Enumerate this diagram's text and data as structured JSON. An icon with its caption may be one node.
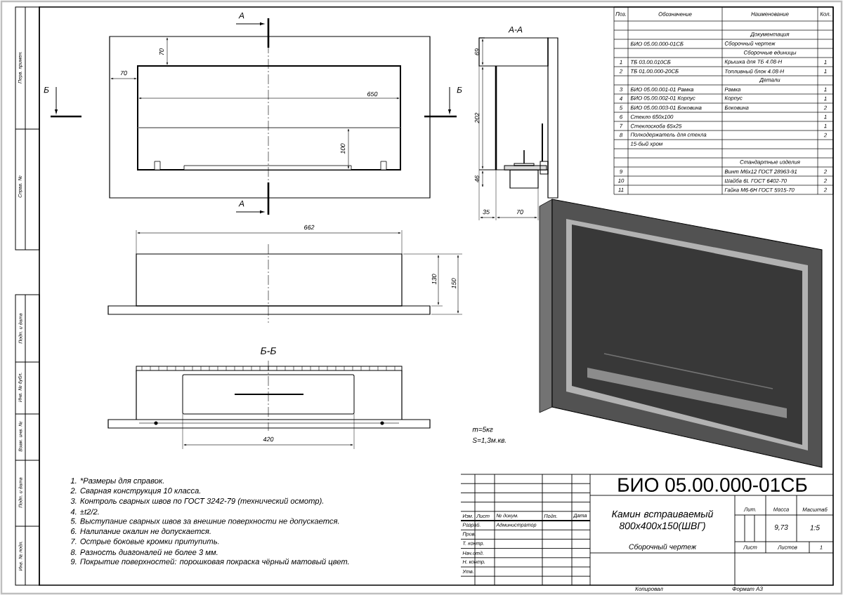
{
  "diagram": {
    "labels": [
      "А",
      "70",
      "70",
      "Б",
      "650",
      "Б",
      "100",
      "А",
      "А-А",
      "69",
      "202",
      "46",
      "35",
      "70",
      "662",
      "130",
      "150",
      "Б-Б",
      "420",
      "Поз.",
      "Обозначение",
      "Наименование",
      "Кол.",
      "Документация",
      "БИО 05.00.000-01СБ",
      "Сборочный чертеж",
      "Сборочные единицы",
      "1",
      "ТБ 03.00.010СБ",
      "Крышка для ТБ 4.08-Н",
      "1",
      "2",
      "ТБ 01.00.000-20СБ",
      "Топливный блок 4.08-Н",
      "1",
      "Детали",
      "3",
      "БИО 05.00.001-01 Рамка",
      "Рамка",
      "1",
      "4",
      "БИО 05.00.002-01 Корпус",
      "Корпус",
      "1",
      "5",
      "БИО 05.00.003-01 Боковина",
      "Боковина",
      "2",
      "6",
      "Стекло 650х100",
      "1",
      "7",
      "Стеклоскоба 65х25",
      "1",
      "8",
      "Полкодержатель для стекла",
      "2",
      "15-бый хром",
      "Стандартные изделия",
      "9",
      "Винт М6х12 ГОСТ 28963-91",
      "2",
      "10",
      "Шайба 6L ГОСТ 6402-70",
      "2",
      "11",
      "Гайка М6-6Н ГОСТ 5915-70",
      "2",
      "Перв. примен.",
      "Справ. №",
      "Подп. и дата",
      "Инв. № дубл.",
      "Взам. инв. №",
      "Подп. и дата",
      "Инв. № подл.",
      "m=5кг",
      "S=1,3м.кв.",
      "1. *Размеры для справок.",
      "2. Сварная конструкция 10 класса.",
      "3. Контроль сварных швов по ГОСТ 3242-79 (технический осмотр).",
      "4. ±t2/2.",
      "5. Выступание сварных швов за внешние поверхности не допускается.",
      "6. Налипание окалин не допускается.",
      "7. Острые боковые кромки притупить.",
      "8. Разность диагоналей не более 3 мм.",
      "9. Покрытие поверхностей: порошковая покраска чёрный матовый цвет.",
      "БИО 05.00.000-01СБ",
      "Камин встраиваемый 800x400x150(ШВГ)",
      "Сборочный чертеж",
      "Изм.",
      "Лист",
      "№ докум.",
      "Подп.",
      "Дата",
      "Разраб.",
      "Администратор",
      "Пров.",
      "Т. контр.",
      "Нач.отд.",
      "Н. контр.",
      "Утв.",
      "Лит.",
      "Масса",
      "Масштаб",
      "9,73",
      "1:5",
      "Лист",
      "Листов",
      "1",
      "Копировал",
      "Формат А3"
    ]
  }
}
